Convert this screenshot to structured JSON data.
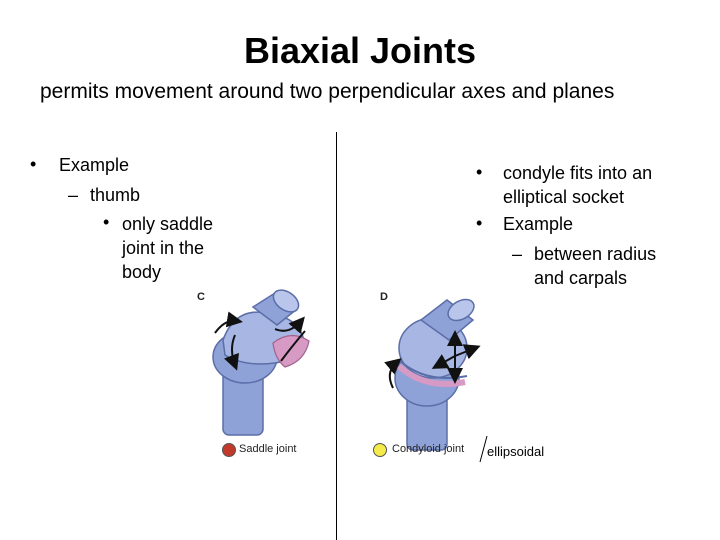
{
  "title": "Biaxial Joints",
  "subtitle": "permits movement around two perpendicular axes and planes",
  "left": {
    "bullet": "•",
    "example": "Example",
    "dash": "–",
    "sub": "thumb",
    "subsub_lines": [
      "only saddle",
      "joint in the",
      "body"
    ]
  },
  "right": {
    "bullet": "•",
    "point1_lines": [
      "condyle fits into an",
      "elliptical socket"
    ],
    "example": "Example",
    "dash": "–",
    "sub_lines": [
      "between radius",
      "and carpals"
    ]
  },
  "figure_c": {
    "letter": "C",
    "legend": "Saddle joint",
    "dot_color": "#c0392b"
  },
  "figure_d": {
    "letter": "D",
    "legend": "Condyloid joint",
    "dot_color": "#f4ea4a",
    "annotation": "ellipsoidal"
  },
  "colors": {
    "bone_blue": "#8fa2d8",
    "bone_dark": "#5b6ea8",
    "cartilage_pink": "#d79ac5"
  }
}
